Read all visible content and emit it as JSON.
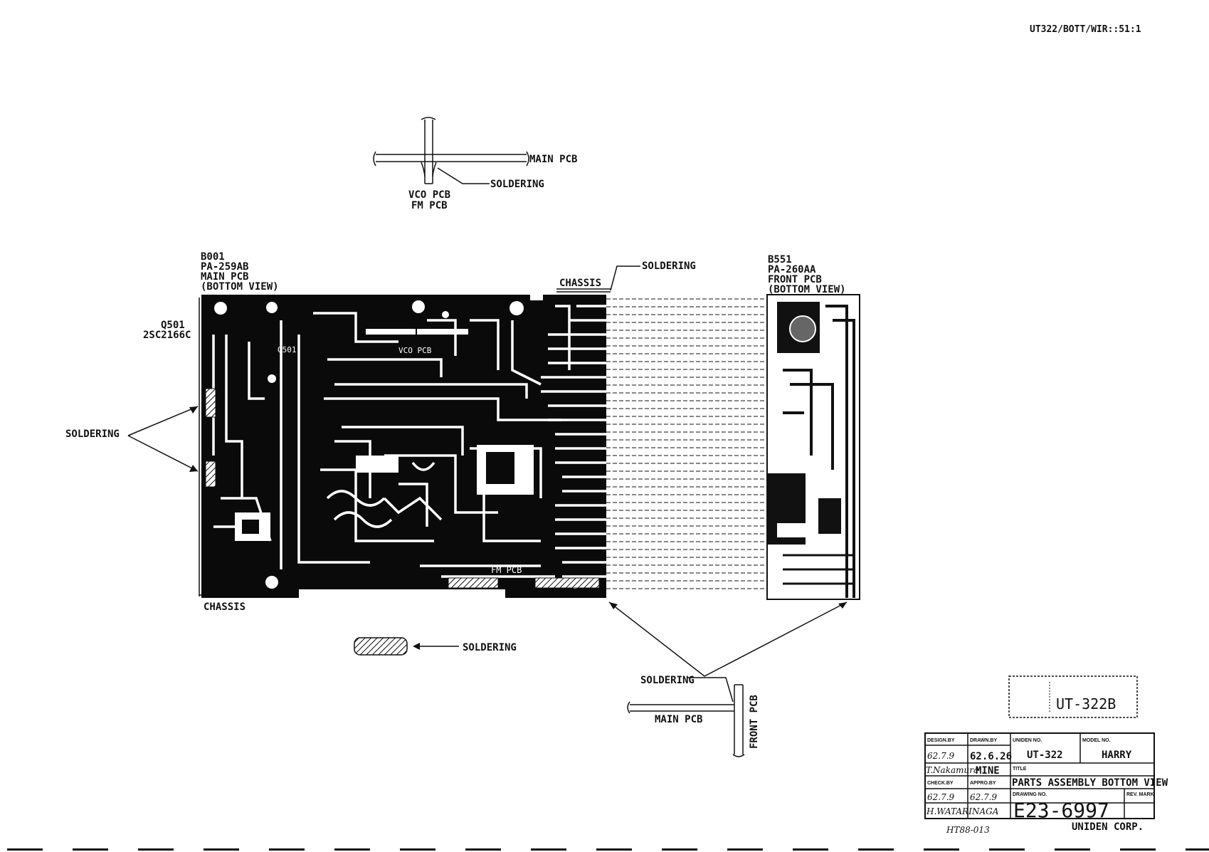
{
  "header": {
    "ref": "UT322/BOTT/WIR::51:1"
  },
  "detail_top": {
    "main_pcb": "MAIN PCB",
    "soldering": "SOLDERING",
    "vco_pcb": "VCO PCB",
    "fm_pcb": "FM PCB"
  },
  "main_board": {
    "ref": "B001",
    "part": "PA-259AB",
    "name": "MAIN PCB",
    "view": "(BOTTOM VIEW)",
    "chassis_bottom": "CHASSIS",
    "q_ref": "Q501",
    "q_part": "2SC2166C",
    "vco_label": "VCO PCB",
    "fm_label": "FM PCB",
    "soldering_left": "SOLDERING"
  },
  "front_board": {
    "ref": "B551",
    "part": "PA-260AA",
    "name": "FRONT PCB",
    "view": "(BOTTOM VIEW)"
  },
  "chassis_top": {
    "label": "CHASSIS",
    "soldering": "SOLDERING"
  },
  "legend": {
    "soldering": "SOLDERING"
  },
  "detail_bottom": {
    "soldering": "SOLDERING",
    "main_pcb": "MAIN PCB",
    "front_pcb": "FRONT PCB"
  },
  "stamp": {
    "model": "UT-322B"
  },
  "title_block": {
    "design_by_hd": "DESIGN.BY",
    "drawn_by_hd": "DRAWN.BY",
    "uniden_no_hd": "UNIDEN NO.",
    "model_no_hd": "MODEL NO.",
    "design_date": "62.7.9",
    "drawn_date": "62.6.26",
    "uniden_no": "UT-322",
    "model_no": "HARRY",
    "design_name": "T.Nakamura",
    "drawn_name": "MINE",
    "title_hd": "TITLE",
    "check_by_hd": "CHECK.BY",
    "appro_by_hd": "APPRO.BY",
    "title": "PARTS ASSEMBLY BOTTOM VIEW",
    "check_date": "62.7.9",
    "appro_date": "62.7.9",
    "drawing_no_hd": "DRAWING NO.",
    "rev_hd": "REV. MARK",
    "check_name": "H.WATARI",
    "appro_name": "NAGA",
    "drawing_no": "E23-6997",
    "company": "UNIDEN CORP.",
    "handwritten_note": "HT88-013"
  }
}
